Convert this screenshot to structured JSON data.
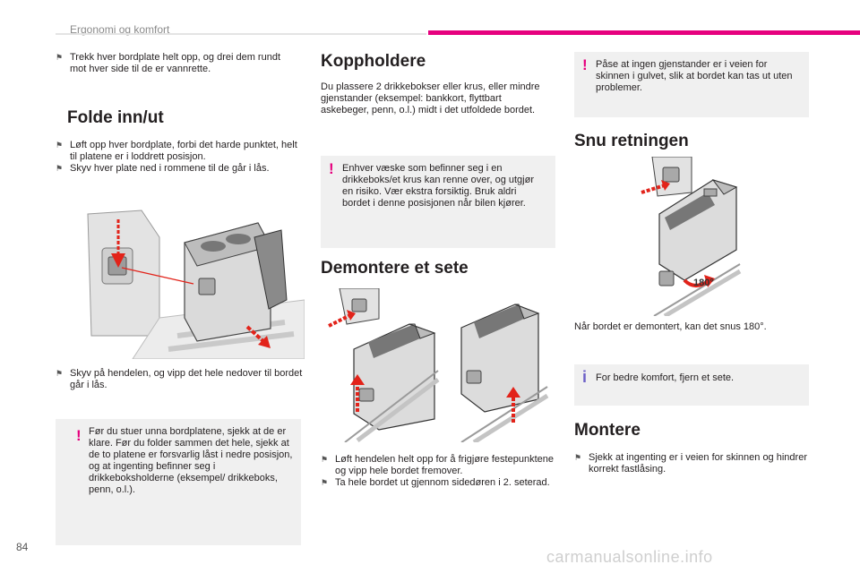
{
  "header": {
    "section": "Ergonomi og komfort"
  },
  "col1": {
    "intro_bullet": "Trekk hver bordplate helt opp, og drei dem rundt mot hver side til de er vannrette.",
    "fold_heading": "Folde inn/ut",
    "fold_bullets": [
      "Løft opp hver bordplate, forbi det harde punktet, helt til platene er i loddrett posisjon.",
      "Skyv hver plate ned i rommene til de går i lås."
    ],
    "lever_bullet": "Skyv på hendelen, og vipp det hele nedover til bordet går i lås.",
    "warning": "Før du stuer unna bordplatene, sjekk at de er klare. Før du folder sammen det hele, sjekk at de to platene er forsvarlig låst i nedre posisjon, og at ingenting befinner seg i drikkeboksholderne (eksempel/ drikkeboks, penn, o.l.)."
  },
  "col2": {
    "cup_heading": "Koppholdere",
    "cup_text": "Du plassere 2 drikkebokser eller krus, eller mindre gjenstander (eksempel: bankkort, flyttbart askebeger, penn, o.l.) midt i det utfoldede bordet.",
    "cup_warning": "Enhver væske som befinner seg i en drikkeboks/et krus kan renne over, og utgjør en risiko. Vær ekstra forsiktig. Bruk aldri bordet i denne posisjonen når bilen kjører.",
    "remove_heading": "Demontere et sete",
    "remove_bullets": [
      "Løft hendelen helt opp for å frigjøre festepunktene og vipp hele bordet fremover.",
      "Ta hele bordet ut gjennom sidedøren i 2. seterad."
    ]
  },
  "col3": {
    "top_warning": "Påse at ingen gjenstander er i veien for skinnen i gulvet, slik at bordet kan tas ut uten problemer.",
    "turn_heading": "Snu retningen",
    "rotation_label": "180°",
    "turn_text": "Når bordet er demontert, kan det snus 180°.",
    "tip": "For bedre komfort, fjern et sete.",
    "mount_heading": "Montere",
    "mount_bullet": "Sjekk at ingenting er i veien for skinnen og hindrer korrekt fastlåsing."
  },
  "footer": {
    "page_number": "84",
    "watermark": "carmanualsonline.info"
  },
  "icons": {
    "bullet": "bullet-flag-icon",
    "warning": "warning-exclamation-icon",
    "info": "info-i-icon"
  },
  "colors": {
    "accent": "#e6007e",
    "info": "#6c5fc7",
    "callout_bg": "#f0f0f0",
    "arrow": "#e2231a"
  }
}
